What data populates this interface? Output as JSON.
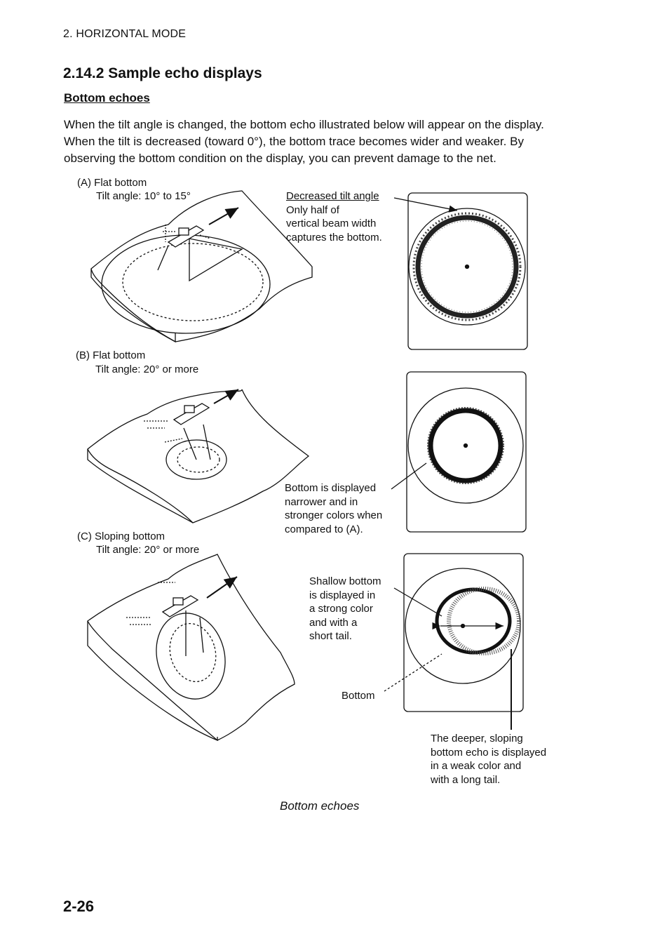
{
  "header": {
    "running_head": "2. HORIZONTAL MODE"
  },
  "section": {
    "title": "2.14.2  Sample echo displays",
    "subheading": "Bottom echoes"
  },
  "paragraph": {
    "lines": [
      "When the tilt angle is changed, the bottom echo illustrated below will appear on the display.",
      "When the tilt is decreased (toward 0°), the bottom trace becomes wider and weaker. By",
      "observing the bottom condition on the display, you can prevent damage to the net."
    ]
  },
  "figure": {
    "a": {
      "label": "(A) Flat bottom",
      "tilt": "Tilt angle: 10° to 15°",
      "callout_title": "Decreased tilt angle",
      "callout_lines": [
        "Only half of",
        "vertical beam width",
        "captures the bottom."
      ]
    },
    "b": {
      "label": "(B) Flat bottom",
      "tilt": "Tilt angle: 20° or more",
      "callout_lines": [
        "Bottom is displayed",
        "narrower and in",
        "stronger colors when",
        "compared to (A)."
      ]
    },
    "c": {
      "label": "(C) Sloping bottom",
      "tilt": "Tilt angle: 20° or more",
      "shallow_lines": [
        "Shallow bottom",
        "is displayed in",
        "a strong color",
        "and with a",
        "short tail."
      ],
      "bottom_label": "Bottom",
      "deep_lines": [
        "The deeper, sloping",
        "bottom echo is displayed",
        "in a weak color and",
        "with a long tail."
      ]
    },
    "caption": "Bottom echoes"
  },
  "footer": {
    "page_number": "2-26"
  }
}
